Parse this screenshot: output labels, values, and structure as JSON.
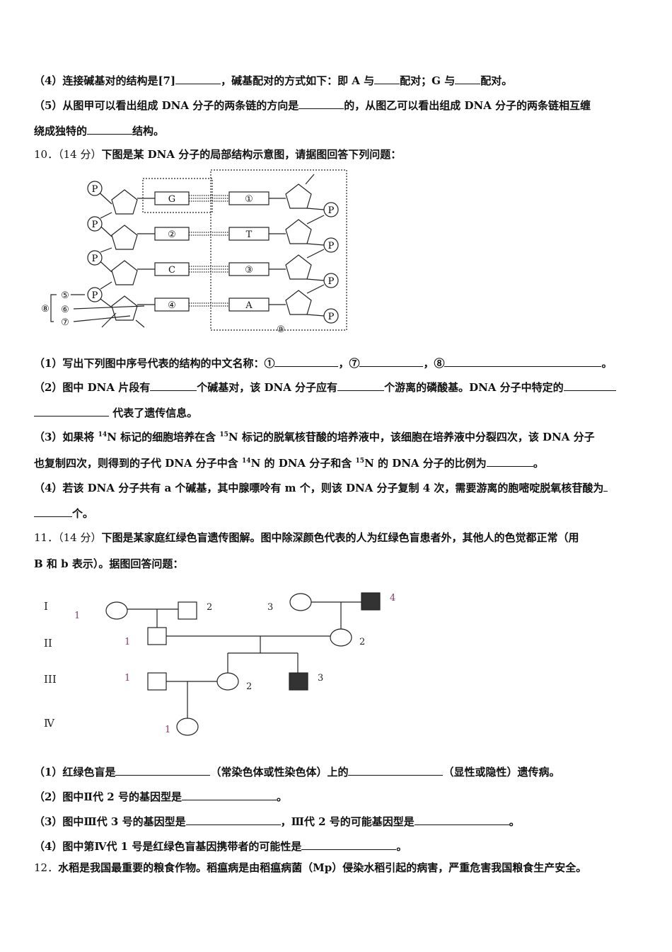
{
  "q9": {
    "l4": {
      "a": "（4）连接碱基对的结构是[7]",
      "b": "，碱基配对的方式如下：即 A 与",
      "c": "配对；G 与",
      "d": "配对。"
    },
    "l5": {
      "a": "（5）从图甲可以看出组成 DNA 分子的两条链的方向是",
      "b": "的，从图乙可以看出组成 DNA 分子的两条链相互缠"
    },
    "l5b": {
      "a": "绕成独特的",
      "b": "结构。"
    }
  },
  "q10": {
    "number": "10．",
    "score": "（14 分）",
    "stem": "下图是某 DNA 分子的局部结构示意图，请据图回答下列问题：",
    "figure": {
      "phosphate": "P",
      "left_bases": [
        "G",
        "②",
        "C",
        "④"
      ],
      "right_bases": [
        "①",
        "T",
        "③",
        "A"
      ],
      "labels": [
        "⑤",
        "⑥",
        "⑦",
        "⑧",
        "⑨"
      ]
    },
    "p1": {
      "a": "（1）写出下列图中序号代表的结构的中文名称：①",
      "b": "，⑦",
      "c": "，⑧",
      "d": "。"
    },
    "p2": {
      "a": "（2）图中 DNA 片段有",
      "b": "个碱基对，该 DNA 分子应有",
      "c": "个游离的磷酸基。DNA 分子中特定的"
    },
    "p2b": {
      "b": " 代表了遗传信息。"
    },
    "p3": {
      "a": "（3）如果将 ",
      "sup1": "14",
      "b": "N 标记的细胞培养在含 ",
      "sup2": "15",
      "c": "N 标记的脱氧核苷酸的培养液中，该细胞在培养液中分裂四次，该 DNA 分子"
    },
    "p3b": {
      "a": "也复制四次，则得到的子代 DNA 分子中含 ",
      "sup1": "14",
      "b": "N 的 DNA 分子和含 ",
      "sup2": "15",
      "c": "N 的 DNA 分子的比例为",
      "d": "。"
    },
    "p4": {
      "a": "（4）若该 DNA 分子共有 a 个碱基，其中腺嘌呤有 m 个，则该 DNA 分子复制 4 次，需要游离的胞嘧啶脱氧核苷酸为"
    },
    "p4b": {
      "b": "个。"
    }
  },
  "q11": {
    "number": "11．",
    "score": "（14 分）",
    "stem": "下图是某家庭红绿色盲遗传图解。图中除深颜色代表的人为红绿色盲患者外，其他人的色觉都正常（用",
    "stem2": "B 和 b 表示）。据图回答问题：",
    "pedigree": {
      "generations": [
        "I",
        "II",
        "III",
        "Ⅳ"
      ],
      "ids": {
        "g1_1": "1",
        "g1_2": "2",
        "g1_3": "3",
        "g1_4": "4",
        "g2_1": "1",
        "g2_2": "2",
        "g3_1": "1",
        "g3_2": "2",
        "g3_3": "3",
        "g4_1": "1"
      }
    },
    "p1": {
      "a": "（1）红绿色盲是",
      "b": "（常染色体或性染色体）上的",
      "c": "（显性或隐性）遗传病。"
    },
    "p2": {
      "a": "（2）图中Ⅱ代 2 号的基因型是",
      "b": "。"
    },
    "p3": {
      "a": "（3）图中Ⅲ代 3 号的基因型是",
      "b": "，Ⅲ代 2 号的可能基因型是",
      "c": "。"
    },
    "p4": {
      "a": "（4）图中第Ⅳ代 1 号是红绿色盲基因携带者的可能性是",
      "b": "。"
    }
  },
  "q12": {
    "number": "12．",
    "stem": "水稻是我国最重要的粮食作物。稻瘟病是由稻瘟病菌（Mp）侵染水稻引起的病害，严重危害我国粮食生产安全。"
  }
}
